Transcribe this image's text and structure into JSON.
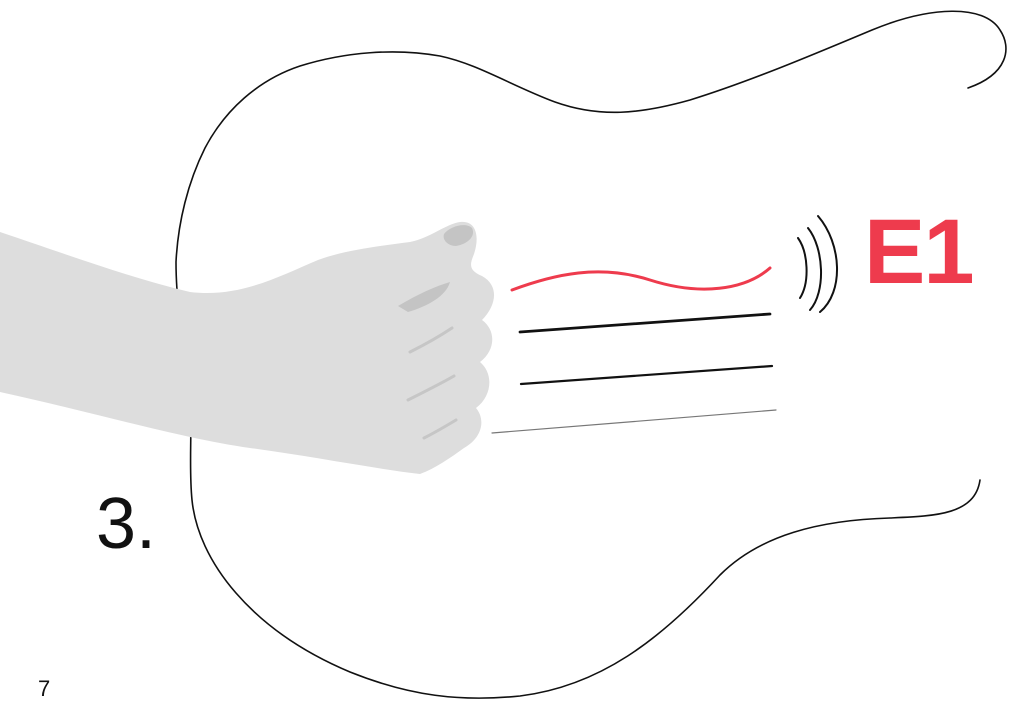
{
  "note_label": "E1",
  "step_number": "3.",
  "page_number": "7",
  "colors": {
    "accent": "#ee3b4d",
    "outline": "#111111",
    "hand": "#dddddd",
    "hand_shadow": "#c4c4c4"
  },
  "icons": {
    "sound_waves": "sound-waves-icon",
    "hand": "thumb-pluck-hand"
  }
}
